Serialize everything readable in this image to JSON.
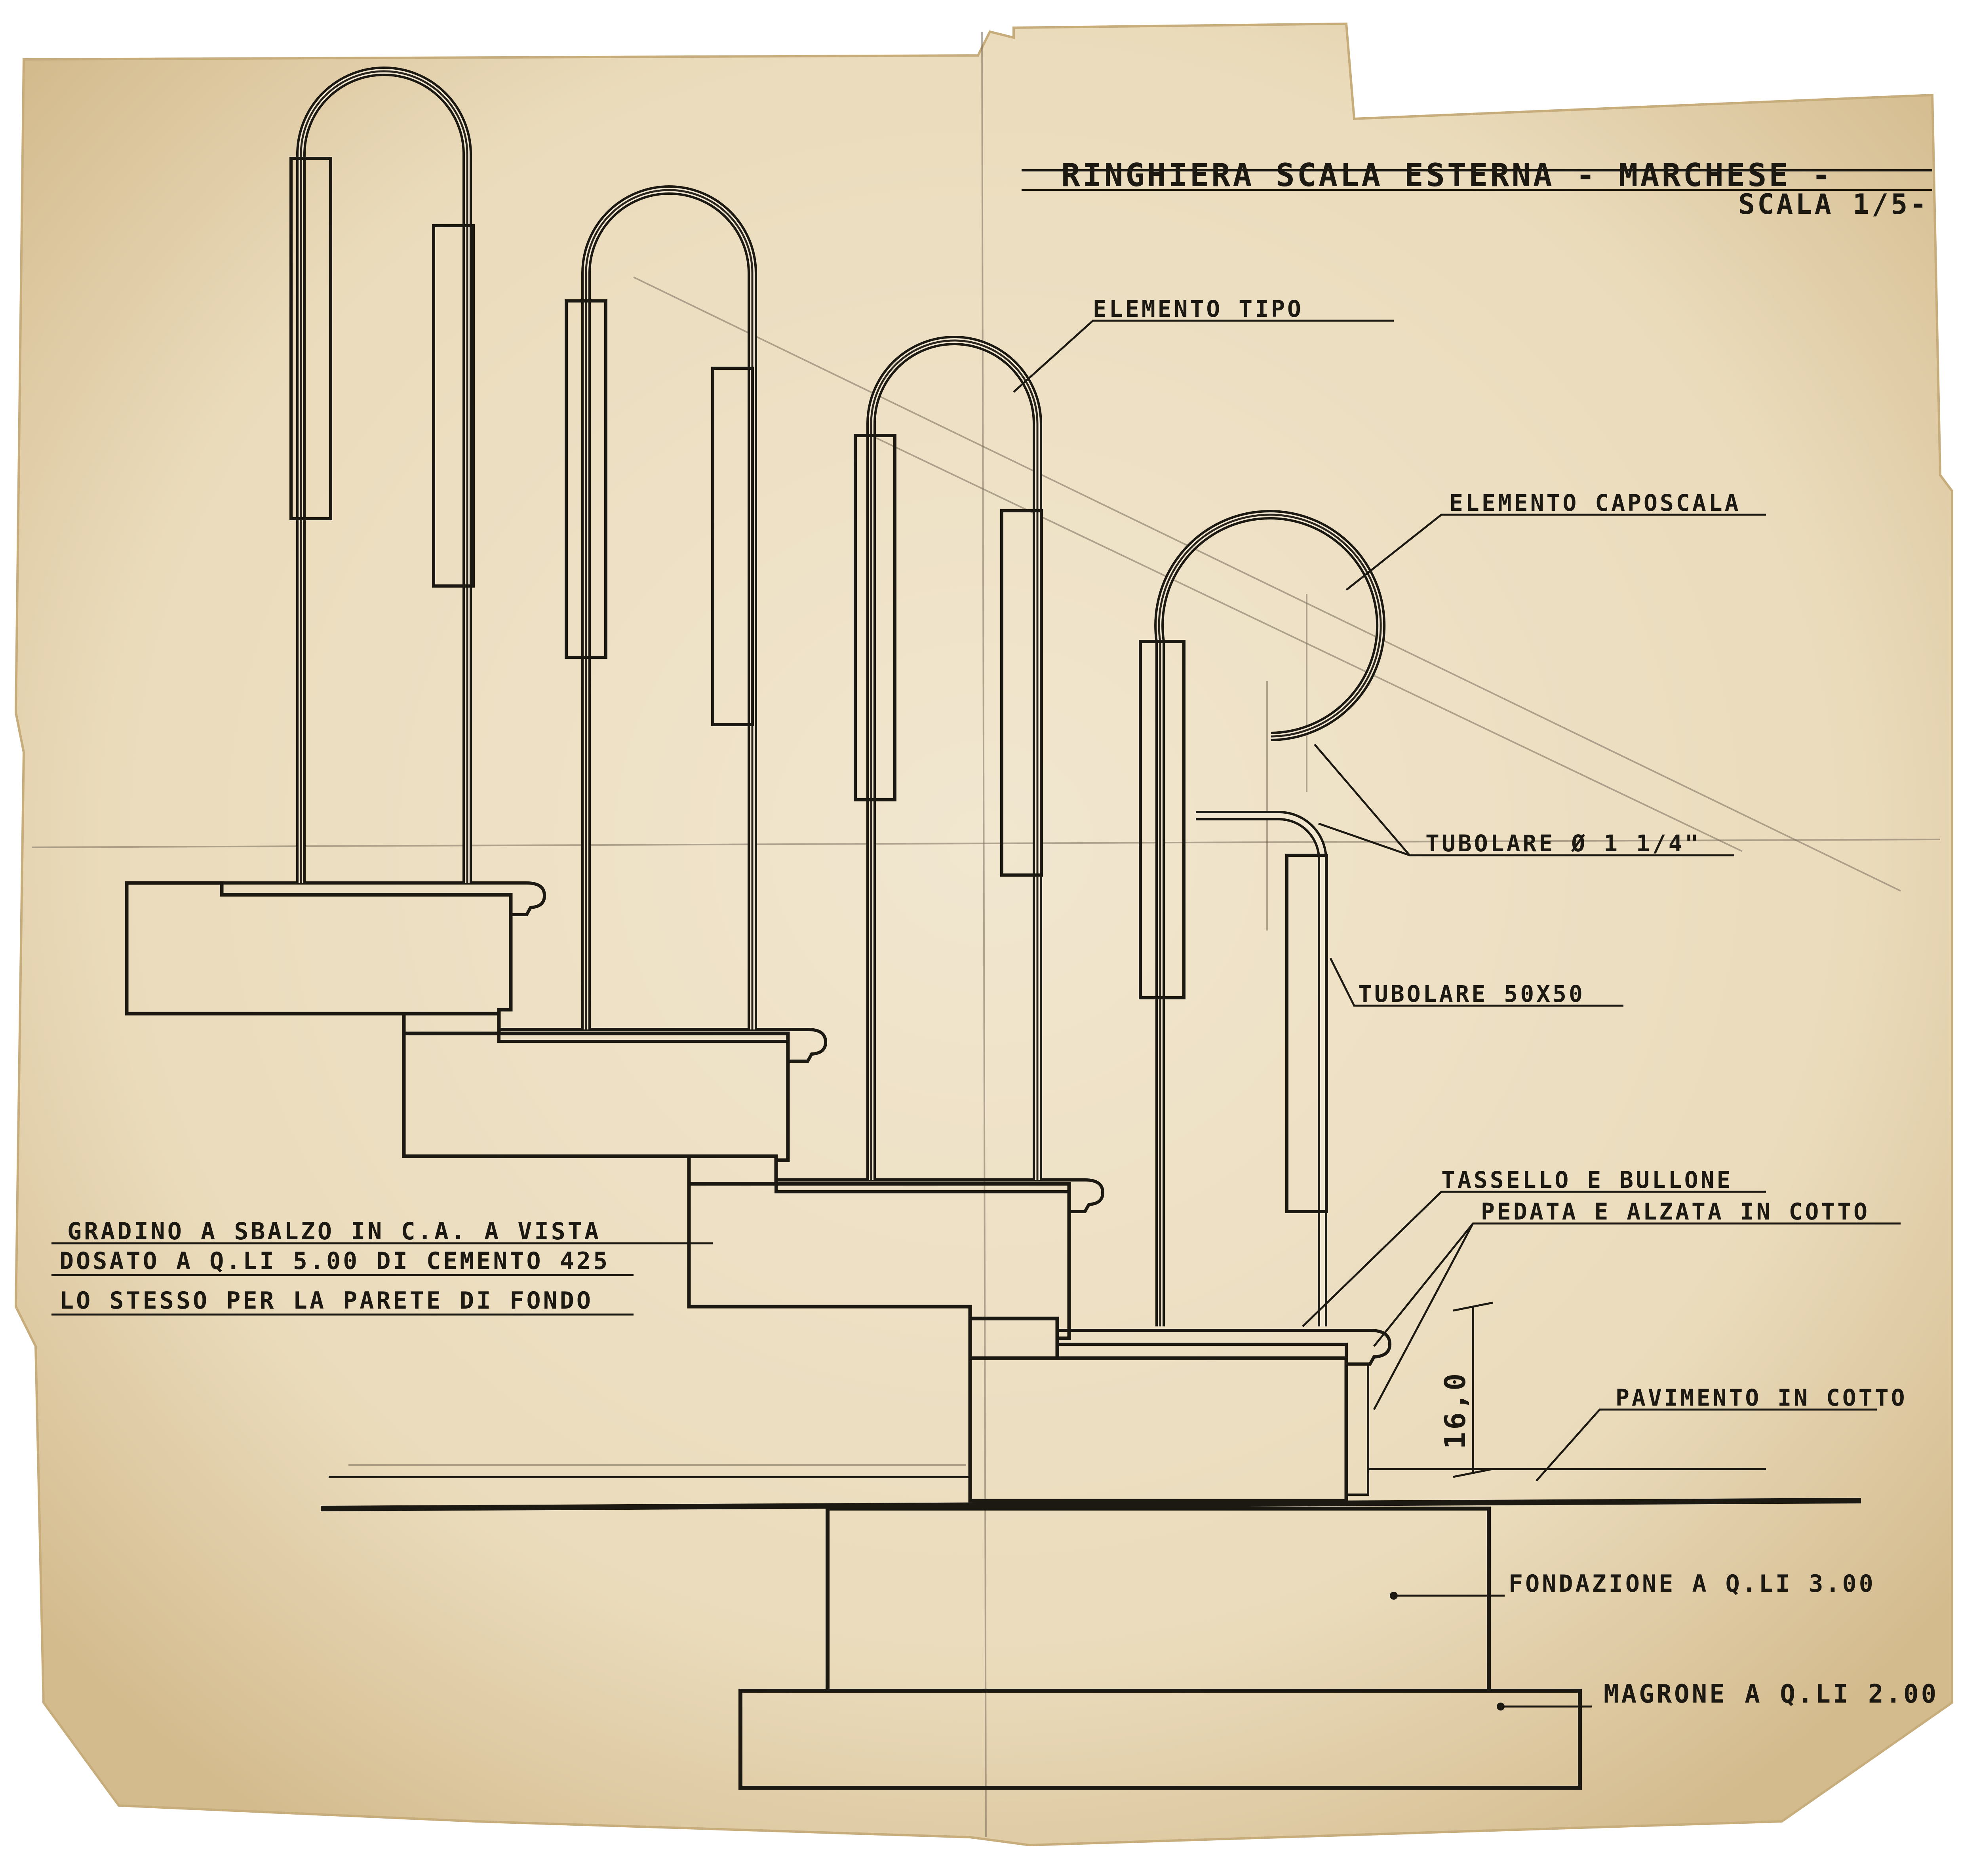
{
  "drawing": {
    "title": "RINGHIERA SCALA ESTERNA - MARCHESE -",
    "scale": "SCALA 1/5-",
    "labels": {
      "elemento_tipo": "ELEMENTO TIPO",
      "elemento_caposcala": "ELEMENTO CAPOSCALA",
      "tubolare_round": "TUBOLARE Ø 1 1/4\"",
      "tubolare_square": "TUBOLARE 50X50",
      "tassello": "TASSELLO E BULLONE",
      "pedata": "PEDATA E ALZATA IN COTTO",
      "gradino_line1": "GRADINO A SBALZO IN C.A. A VISTA",
      "gradino_line2": "DOSATO A Q.LI 5.00 DI CEMENTO 425",
      "gradino_line3": "LO STESSO PER LA PARETE DI FONDO",
      "pavimento": "PAVIMENTO IN COTTO",
      "fondazione": "FONDAZIONE A Q.LI 3.00",
      "magrone": "MAGRONE A Q.LI 2.00",
      "dimension": "16,0"
    }
  },
  "colors": {
    "paper": "#eee0c4",
    "paper_dark": "#d9c39b",
    "ink": "#1c1812",
    "pencil": "#7a6e5c"
  }
}
